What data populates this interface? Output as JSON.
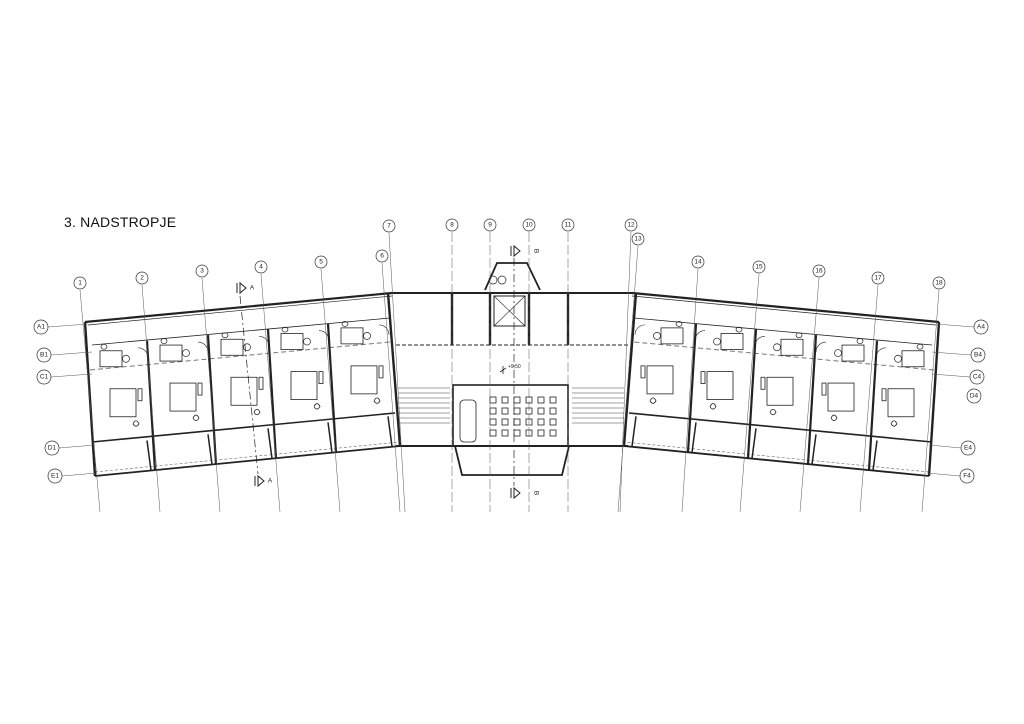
{
  "title": "3. NADSTROPJE",
  "grid_columns": [
    "1",
    "2",
    "3",
    "4",
    "5",
    "6",
    "7",
    "8",
    "9",
    "10",
    "11",
    "12",
    "13",
    "14",
    "15",
    "16",
    "17",
    "18"
  ],
  "grid_rows_left": [
    "A1",
    "B1",
    "C1",
    "D1",
    "E1"
  ],
  "grid_rows_right": [
    "A4",
    "B4",
    "C4",
    "D4",
    "E4",
    "F4"
  ],
  "section_marks": [
    "A",
    "A",
    "B",
    "B"
  ],
  "level_mark": "+9,50",
  "colors": {
    "line": "#222222",
    "paper": "#ffffff",
    "dash": "#777777"
  }
}
